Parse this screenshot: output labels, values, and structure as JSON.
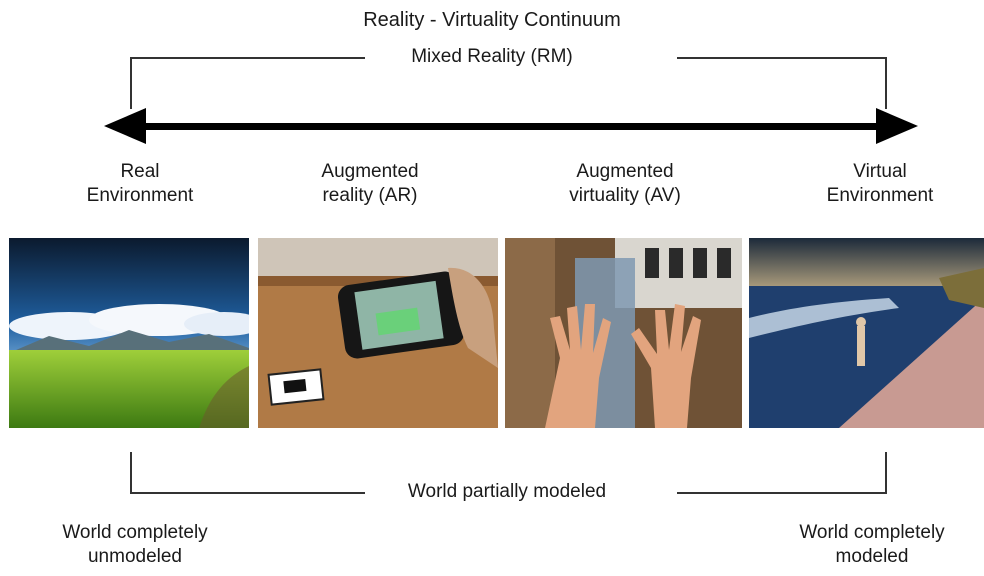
{
  "title": "Reality - Virtuality Continuum",
  "mixed_reality_label": "Mixed Reality (RM)",
  "stages": [
    {
      "label": "Real\nEnvironment"
    },
    {
      "label": "Augmented\nreality (AR)"
    },
    {
      "label": "Augmented\nvirtuality (AV)"
    },
    {
      "label": "Virtual\nEnvironment"
    }
  ],
  "bottom": {
    "partial_label": "World partially modeled",
    "left_label": "World completely\nunmodeled",
    "right_label": "World completely\nmodeled"
  }
}
